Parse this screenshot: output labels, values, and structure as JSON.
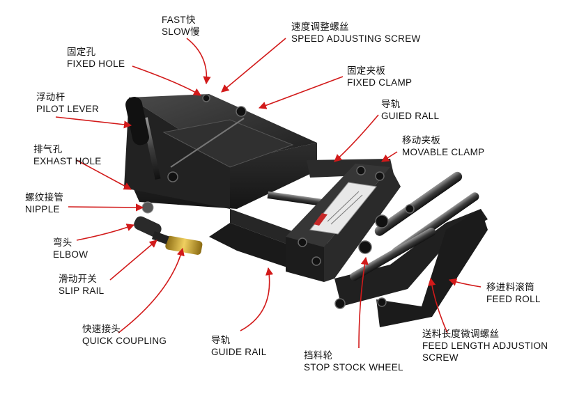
{
  "colors": {
    "arrow": "#d21a1a",
    "body": "#2a2a2a",
    "brass": "#c9a227"
  },
  "labels": {
    "fast_slow": {
      "cn1": "FAST快",
      "cn2": "SLOW慢"
    },
    "speed_screw": {
      "cn": "速度调整螺丝",
      "en": "SPEED ADJUSTING SCREW"
    },
    "fixed_hole": {
      "cn": "固定孔",
      "en": "FIXED HOLE"
    },
    "fixed_clamp": {
      "cn": "固定夹板",
      "en": "FIXED CLAMP"
    },
    "pilot_lever": {
      "cn": "浮动杆",
      "en": "PILOT LEVER"
    },
    "guied_rall": {
      "cn": "导轨",
      "en": "GUIED RALL"
    },
    "movable_clamp": {
      "cn": "移动夹板",
      "en": "MOVABLE CLAMP"
    },
    "exhaust_hole": {
      "cn": "排气孔",
      "en": "EXHAST HOLE"
    },
    "nipple": {
      "cn": "螺纹接管",
      "en": "NIPPLE"
    },
    "elbow": {
      "cn": "弯头",
      "en": "ELBOW"
    },
    "slip_rail": {
      "cn": "滑动开关",
      "en": "SLIP RAIL"
    },
    "feed_roll": {
      "cn": "移进料滚筒",
      "en": "FEED ROLL"
    },
    "quick_coupling": {
      "cn": "快速接头",
      "en": "QUICK COUPLING"
    },
    "guide_rail": {
      "cn": "导轨",
      "en": "GUIDE RAIL"
    },
    "feed_length": {
      "cn": "送料长度微调螺丝",
      "en": "FEED LENGTH ADJUSTION",
      "en2": "SCREW"
    },
    "stop_stock": {
      "cn": "挡料轮",
      "en": "STOP STOCK WHEEL"
    }
  }
}
